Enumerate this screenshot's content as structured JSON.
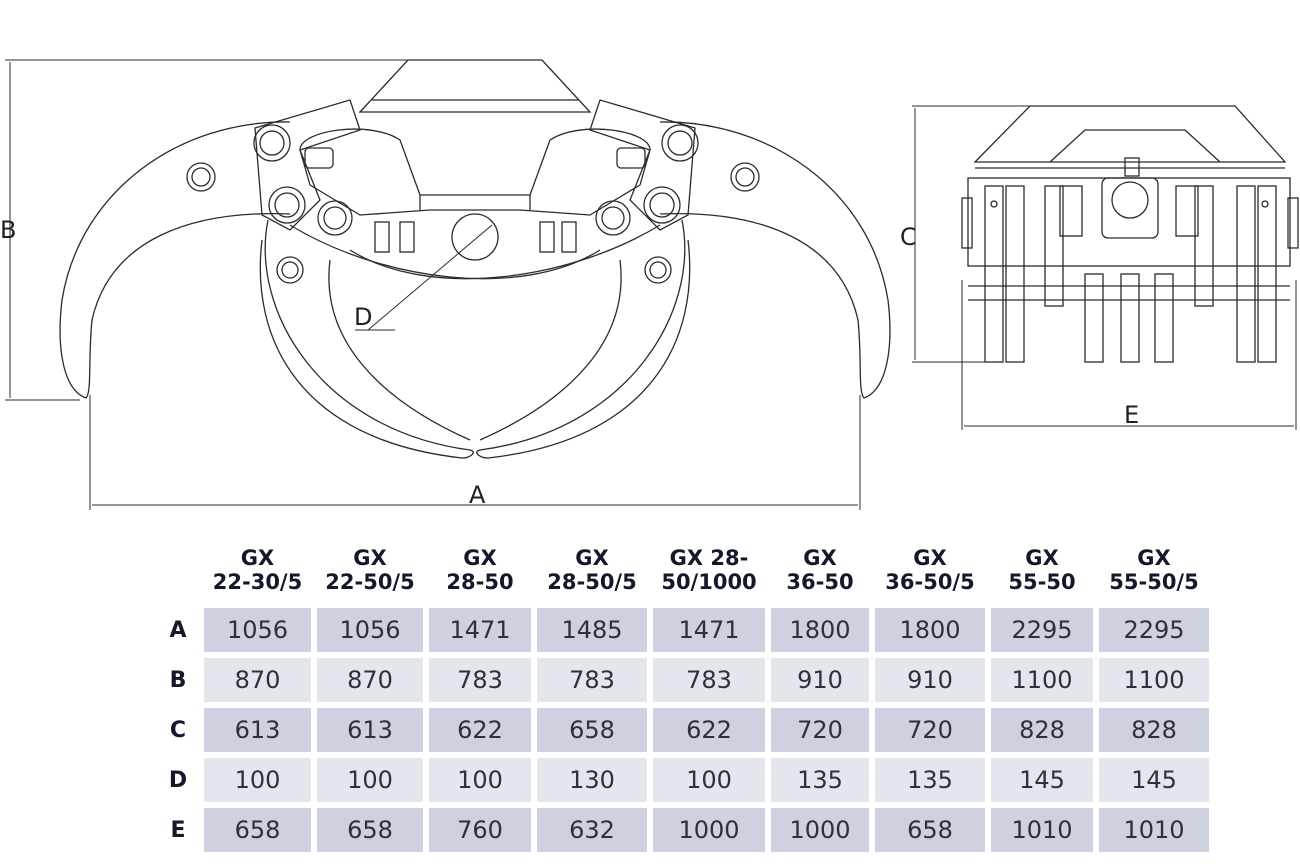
{
  "dimension_labels": {
    "a": "A",
    "b": "B",
    "c": "C",
    "d": "D",
    "e": "E"
  },
  "table": {
    "columns": [
      "GX\n22-30/5",
      "GX\n22-50/5",
      "GX\n28-50",
      "GX\n28-50/5",
      "GX 28-\n50/1000",
      "GX\n36-50",
      "GX\n36-50/5",
      "GX\n55-50",
      "GX\n55-50/5"
    ],
    "rows": [
      {
        "label": "A",
        "values": [
          "1056",
          "1056",
          "1471",
          "1485",
          "1471",
          "1800",
          "1800",
          "2295",
          "2295"
        ]
      },
      {
        "label": "B",
        "values": [
          "870",
          "870",
          "783",
          "783",
          "783",
          "910",
          "910",
          "1100",
          "1100"
        ]
      },
      {
        "label": "C",
        "values": [
          "613",
          "613",
          "622",
          "658",
          "622",
          "720",
          "720",
          "828",
          "828"
        ]
      },
      {
        "label": "D",
        "values": [
          "100",
          "100",
          "100",
          "130",
          "100",
          "135",
          "135",
          "145",
          "145"
        ]
      },
      {
        "label": "E",
        "values": [
          "658",
          "658",
          "760",
          "632",
          "1000",
          "1000",
          "658",
          "1010",
          "1010"
        ]
      }
    ]
  },
  "colors": {
    "line": "#2b2b2f",
    "row_dark": "#cdd1e0",
    "row_light": "#e4e6ee",
    "header_text": "#13182b"
  }
}
